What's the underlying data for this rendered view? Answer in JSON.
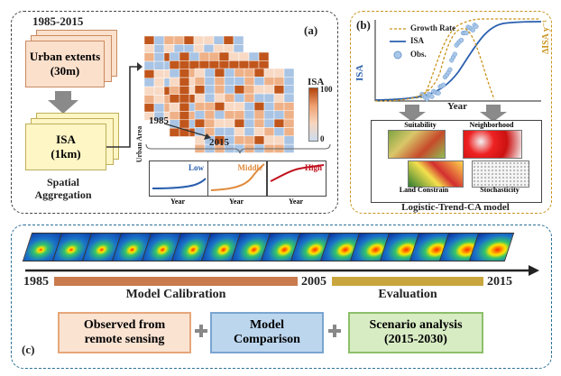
{
  "panel_a": {
    "label": "(a)",
    "period": "1985-2015",
    "urban_extents": "Urban extents",
    "urban_res": "(30m)",
    "isa": "ISA",
    "isa_res": "(1km)",
    "aggregation_1": "Spatial",
    "aggregation_2": "Aggregation",
    "year_start": "1985",
    "year_end": "2015",
    "colorbar_title": "ISA",
    "colorbar_max": "100",
    "colorbar_min": "0",
    "mini_ylabel": "Urban Area",
    "mini_xlabel": "Year",
    "mini_charts": [
      {
        "label": "Low",
        "color": "#2a5fae"
      },
      {
        "label": "Middle",
        "color": "#e08a3c"
      },
      {
        "label": "High",
        "color": "#c0121e"
      }
    ],
    "colors": {
      "dark": "#c0561c",
      "mid": "#efb187",
      "light": "#f8d9c4",
      "blue": "#a9c4e4"
    }
  },
  "panel_b": {
    "label": "(b)",
    "legend": [
      "Growth Rate",
      "ISA",
      "Obs."
    ],
    "ylabel_left": "ISA",
    "ylabel_right": "ΔISA y⁻¹",
    "xlabel": "Year",
    "factors": [
      "Suitability",
      "Neighborhood",
      "Land Constrain",
      "Stochasticity"
    ],
    "model_title": "Logistic-Trend-CA model",
    "colors": {
      "isa": "#2a5fae",
      "growth": "#c9941e"
    }
  },
  "panel_c": {
    "label": "(c)",
    "year_start": "1985",
    "year_mid": "2005",
    "year_end": "2015",
    "calibration": "Model Calibration",
    "evaluation": "Evaluation",
    "boxes": [
      {
        "line1": "Observed from",
        "line2": "remote sensing",
        "bg": "#fbe3d2",
        "border": "#e6a77a"
      },
      {
        "line1": "Model",
        "line2": "Comparison",
        "bg": "#bcd6ee",
        "border": "#7aa5d1"
      },
      {
        "line1": "Scenario analysis",
        "line2": "(2015-2030)",
        "bg": "#d8ecc4",
        "border": "#8dbf6a"
      }
    ],
    "frame_count": 16,
    "colors": {
      "calibration": "#c97b4e",
      "evaluation": "#c9a63d"
    }
  }
}
